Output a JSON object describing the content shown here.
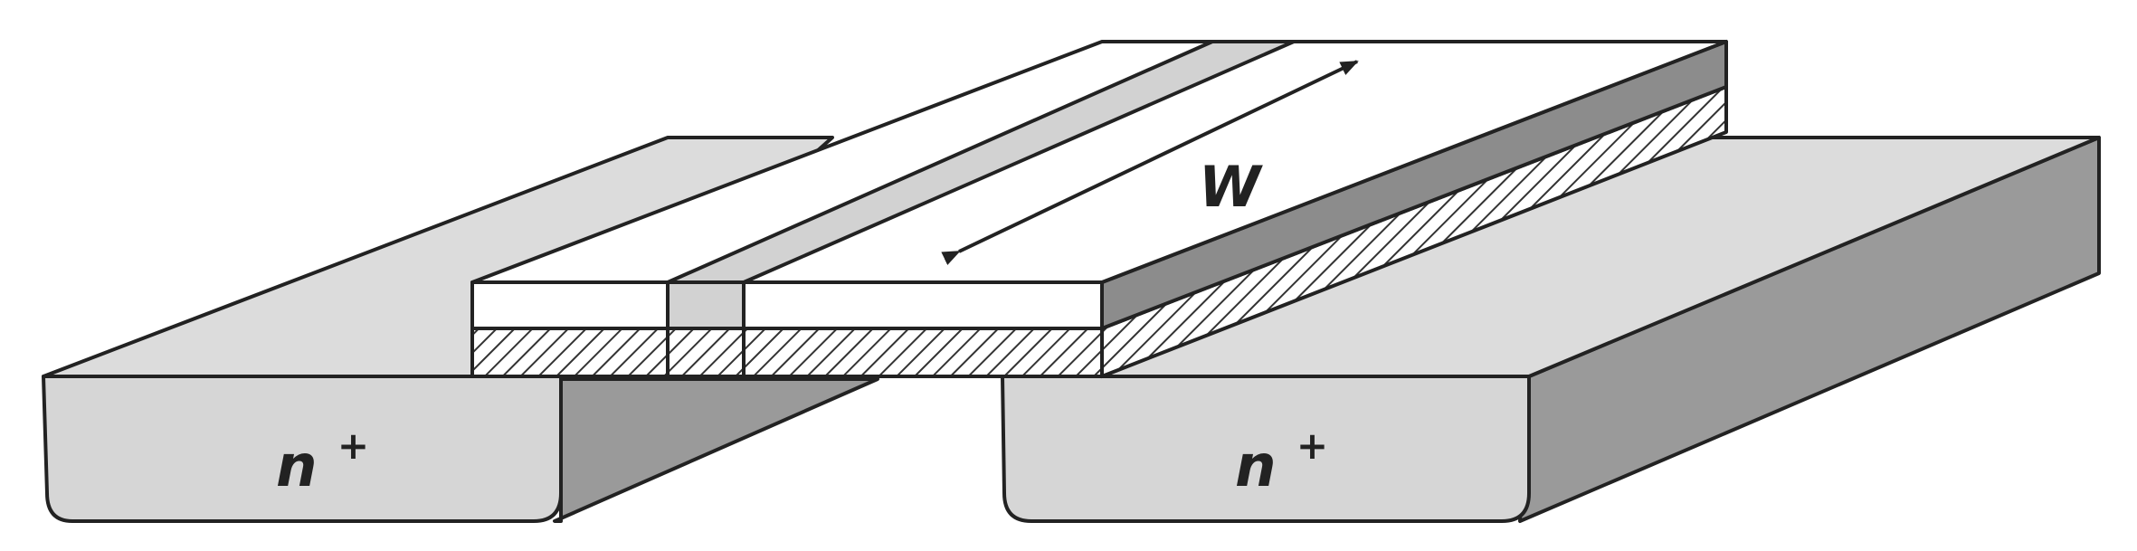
{
  "labels": {
    "width": "W",
    "left_region": "n",
    "left_region_sup": "+",
    "right_region": "n",
    "right_region_sup": "+"
  },
  "colors": {
    "outline": "#222222",
    "region_top": "#dcdcdc",
    "region_front": "#d6d6d6",
    "region_side": "#9a9a9a",
    "gate_top": "#ffffff",
    "gate_stripe": "#d2d2d2",
    "oxide_fill": "#ffffff",
    "oxide_hatch": "#333333",
    "gate_side": "#8c8c8c"
  },
  "icons": {
    "width_arrow": "double-headed-arrow-icon"
  }
}
